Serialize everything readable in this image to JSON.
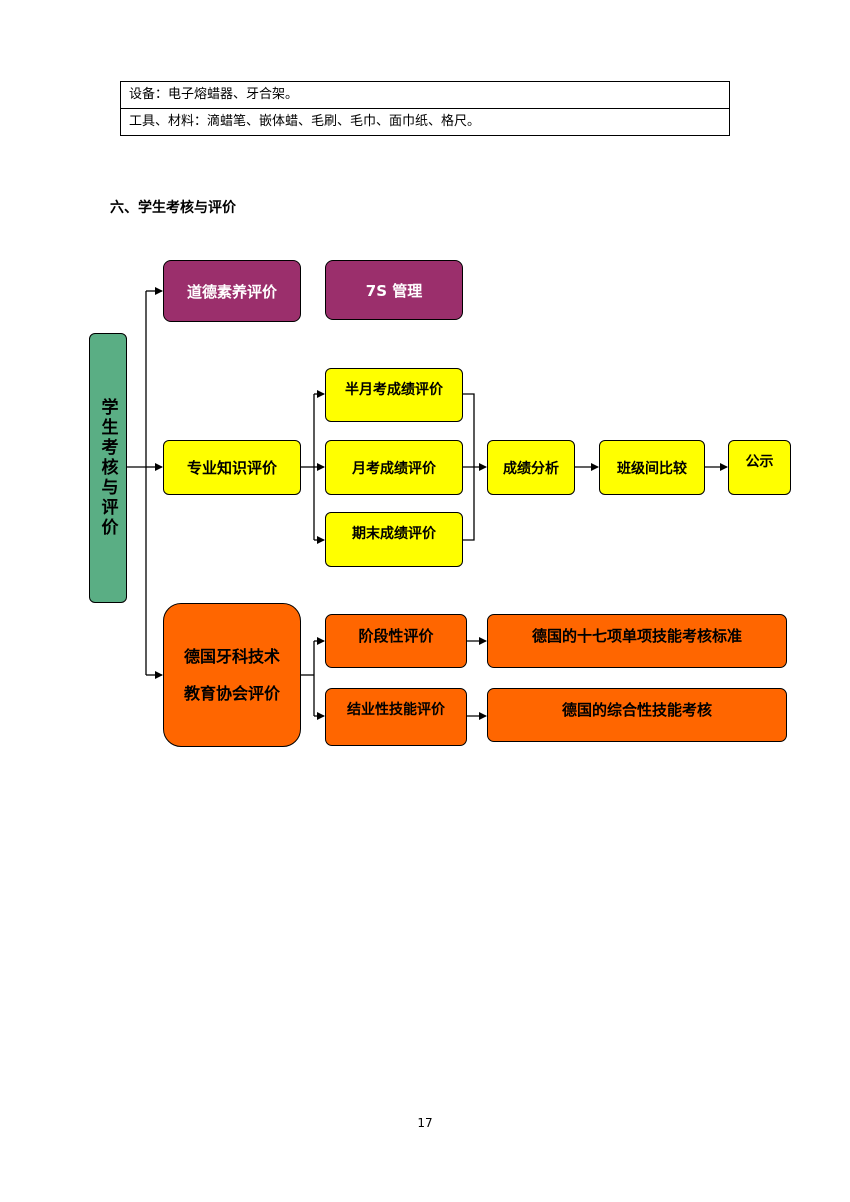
{
  "equipment": {
    "devices": "设备：电子熔蜡器、牙合架。",
    "tools": "工具、材料：滴蜡笔、嵌体蜡、毛刷、毛巾、面巾纸、格尺。"
  },
  "section_title": "六、学生考核与评价",
  "diagram": {
    "root": "学生考核与评价",
    "moral": "道德素养评价",
    "management": "7S 管理",
    "professional": "专业知识评价",
    "half_month": "半月考成绩评价",
    "monthly": "月考成绩评价",
    "final": "期末成绩评价",
    "analysis": "成绩分析",
    "class_compare": "班级间比较",
    "publish": "公示",
    "german": "德国牙科技术教育协会评价",
    "stage": "阶段性评价",
    "seventeen": "德国的十七项单项技能考核标准",
    "completion": "结业性技能评价",
    "comprehensive": "德国的综合性技能考核"
  },
  "page_number": "17",
  "colors": {
    "purple": "#9b2f6c",
    "yellow": "#ffff00",
    "orange": "#ff6600",
    "green": "#5aae84"
  }
}
